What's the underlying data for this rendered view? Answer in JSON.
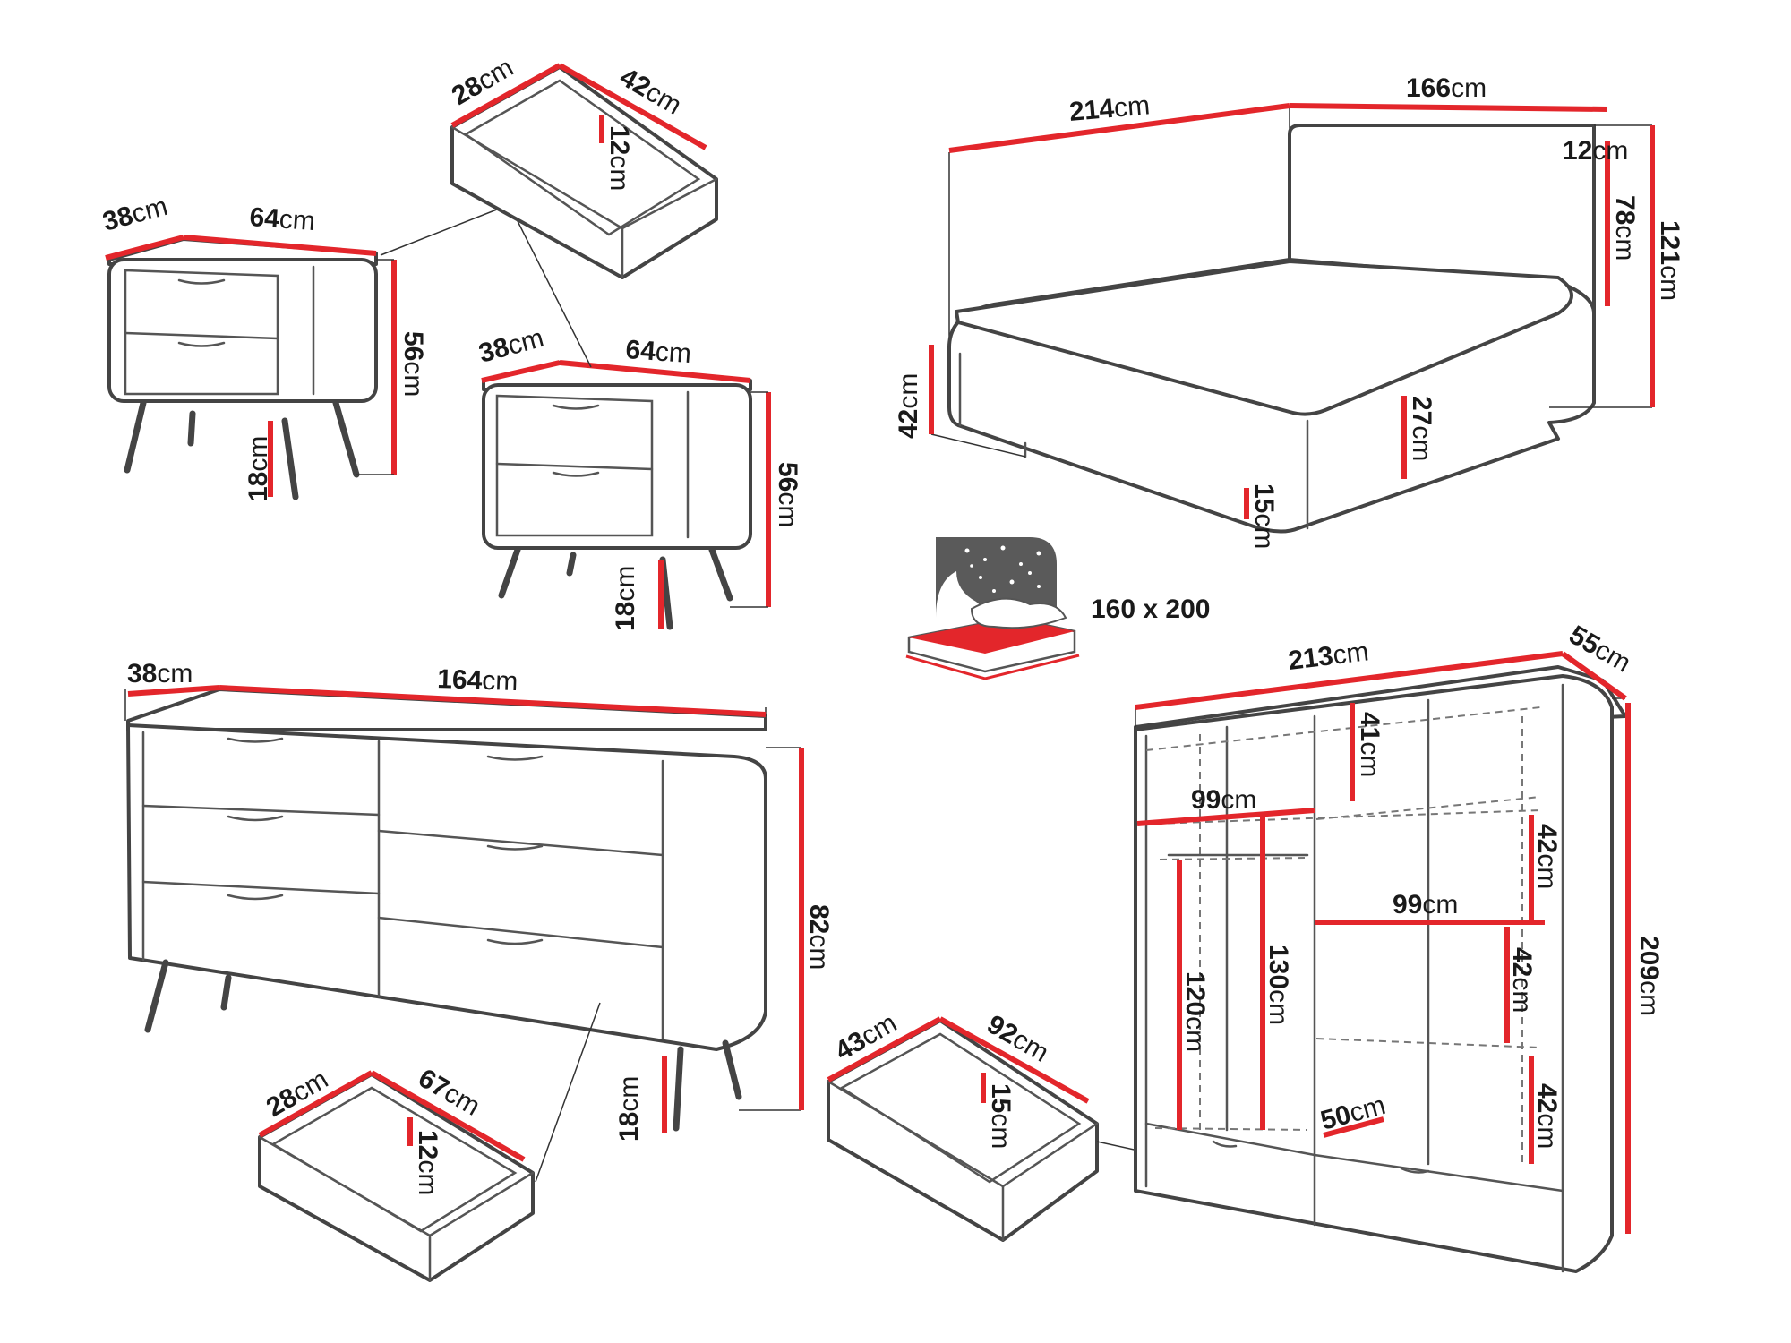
{
  "colors": {
    "accent": "#e3262b",
    "outline": "#444444",
    "text": "#1a1a1a",
    "background": "#ffffff"
  },
  "nightstand_left": {
    "depth": "38",
    "width": "64",
    "height": "56",
    "leg": "18",
    "unit": "cm"
  },
  "nightstand_right": {
    "depth": "38",
    "width": "64",
    "height": "56",
    "leg": "18",
    "unit": "cm"
  },
  "nightstand_drawer": {
    "depth": "28",
    "width": "42",
    "height": "12",
    "unit": "cm"
  },
  "bed": {
    "length": "214",
    "width": "166",
    "headboard_thickness": "12",
    "headboard_height": "78",
    "total_height": "121",
    "base_height": "42",
    "frame_height": "27",
    "clearance": "15",
    "unit": "cm"
  },
  "mattress": {
    "size_label": "160 x 200"
  },
  "dresser": {
    "depth": "38",
    "width": "164",
    "height": "82",
    "leg": "18",
    "unit": "cm"
  },
  "dresser_drawer": {
    "depth": "28",
    "width": "67",
    "height": "12",
    "unit": "cm"
  },
  "wardrobe_drawer": {
    "depth": "43",
    "width": "92",
    "height": "15",
    "unit": "cm"
  },
  "wardrobe": {
    "width": "213",
    "depth": "55",
    "height": "209",
    "top_shelf": "41",
    "shelf_width_left": "99",
    "hang_left": "120",
    "hang_middle": "130",
    "shelf_width_right": "99",
    "shelf_1": "42",
    "shelf_2": "42",
    "shelf_3": "42",
    "drawer_depth": "50",
    "unit": "cm"
  }
}
